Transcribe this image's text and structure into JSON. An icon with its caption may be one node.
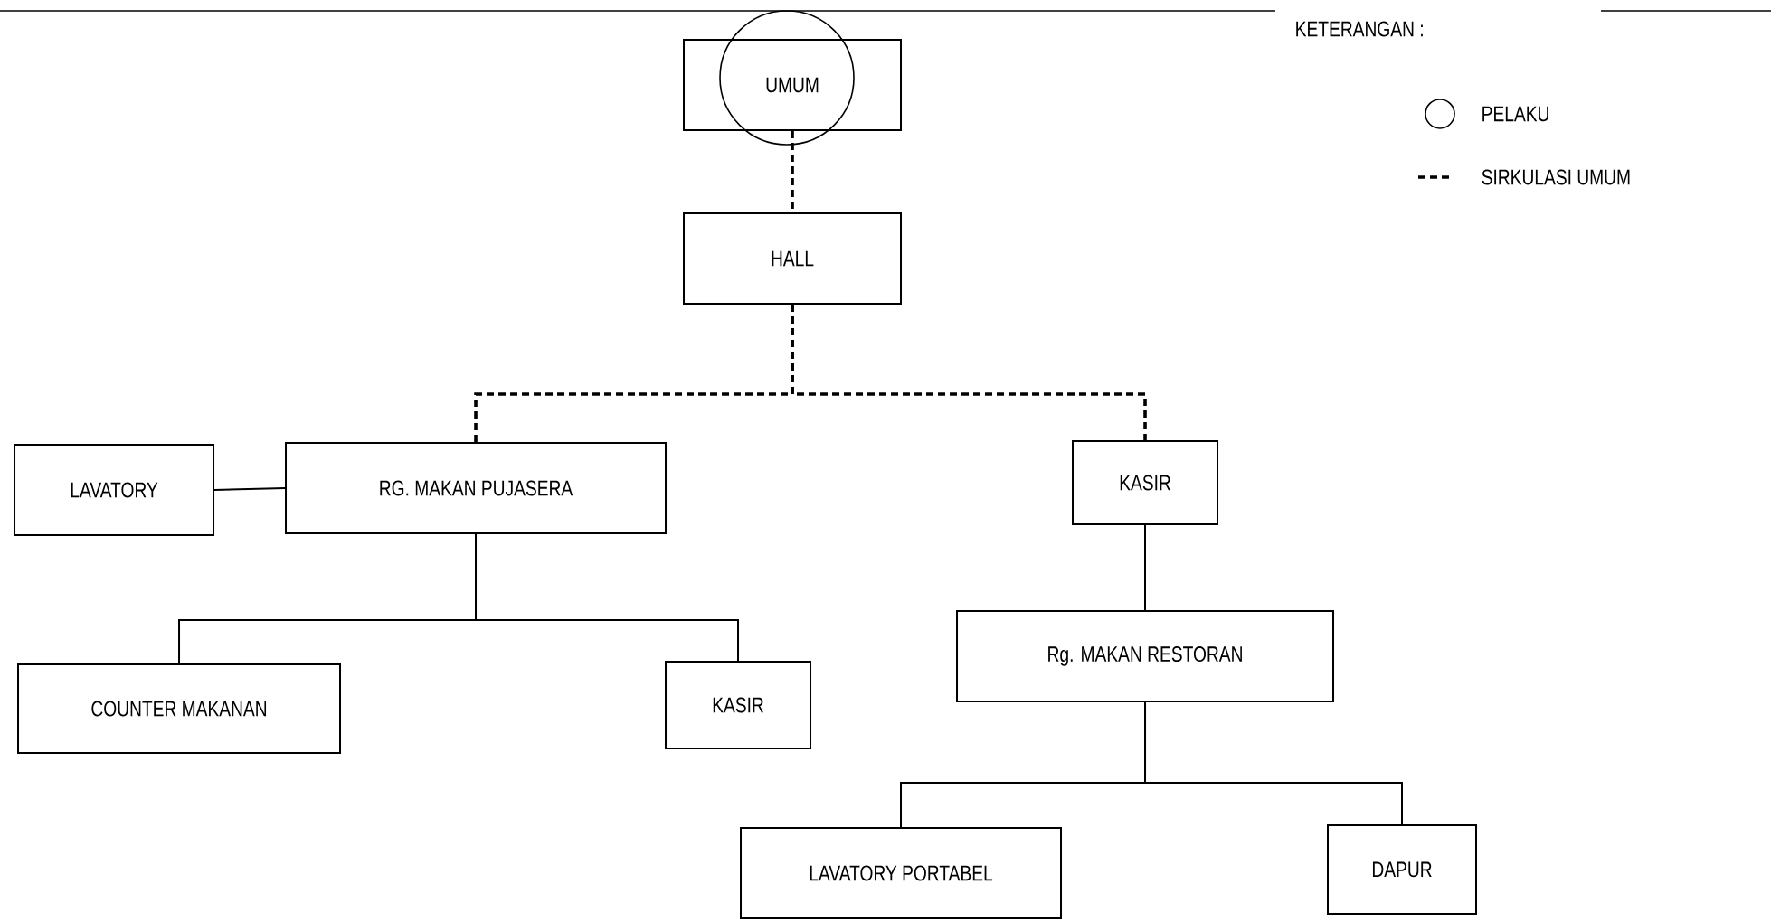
{
  "diagram": {
    "nodes": [
      {
        "text": [
          "UMUM"
        ]
      },
      {
        "text": [
          "HALL"
        ]
      },
      {
        "text": [
          "LAVATORY"
        ]
      },
      {
        "text": [
          "RG. MAKAN PUJASERA"
        ]
      },
      {
        "text": [
          "KASIR"
        ]
      },
      {
        "text": [
          "COUNTER MAKANAN"
        ]
      },
      {
        "text": [
          "KASIR"
        ]
      },
      {
        "text": [
          "Rg. MAKAN RESTORAN"
        ]
      },
      {
        "text": [
          "LAVATORY PORTABEL"
        ]
      },
      {
        "text": [
          "DAPUR"
        ]
      }
    ],
    "edges": [
      {
        "from": 0,
        "to": 1,
        "arrow": "none",
        "style": "dashed"
      },
      {
        "from": 1,
        "to": 3,
        "arrow": "none",
        "style": "dashed"
      },
      {
        "from": 1,
        "to": 4,
        "arrow": "none",
        "style": "dashed"
      },
      {
        "from": 2,
        "to": 3,
        "arrow": "none"
      },
      {
        "from": 3,
        "to": 5,
        "arrow": "none"
      },
      {
        "from": 3,
        "to": 6,
        "arrow": "none"
      },
      {
        "from": 4,
        "to": 7,
        "arrow": "none"
      },
      {
        "from": 7,
        "to": 8,
        "arrow": "none"
      },
      {
        "from": 7,
        "to": 9,
        "arrow": "none"
      }
    ],
    "labels": [
      "KETERANGAN :"
    ],
    "legend": [
      {
        "text": "PELAKU"
      },
      {
        "text": "SIRKULASI UMUM"
      }
    ]
  }
}
